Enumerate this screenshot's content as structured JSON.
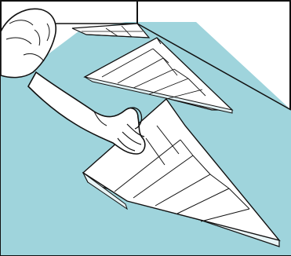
{
  "illustration": {
    "colors": {
      "floor": "#9fd4dc",
      "wall": "#ffffff",
      "outline": "#111111",
      "panel": "#ffffff",
      "skin": "#ffffff"
    },
    "elements": [
      "room-corner",
      "floor-underlay",
      "installed-parquet-row-back",
      "installed-parquet-row-middle",
      "parquet-panel-being-placed",
      "installer-hand",
      "installer-sleeve"
    ]
  }
}
